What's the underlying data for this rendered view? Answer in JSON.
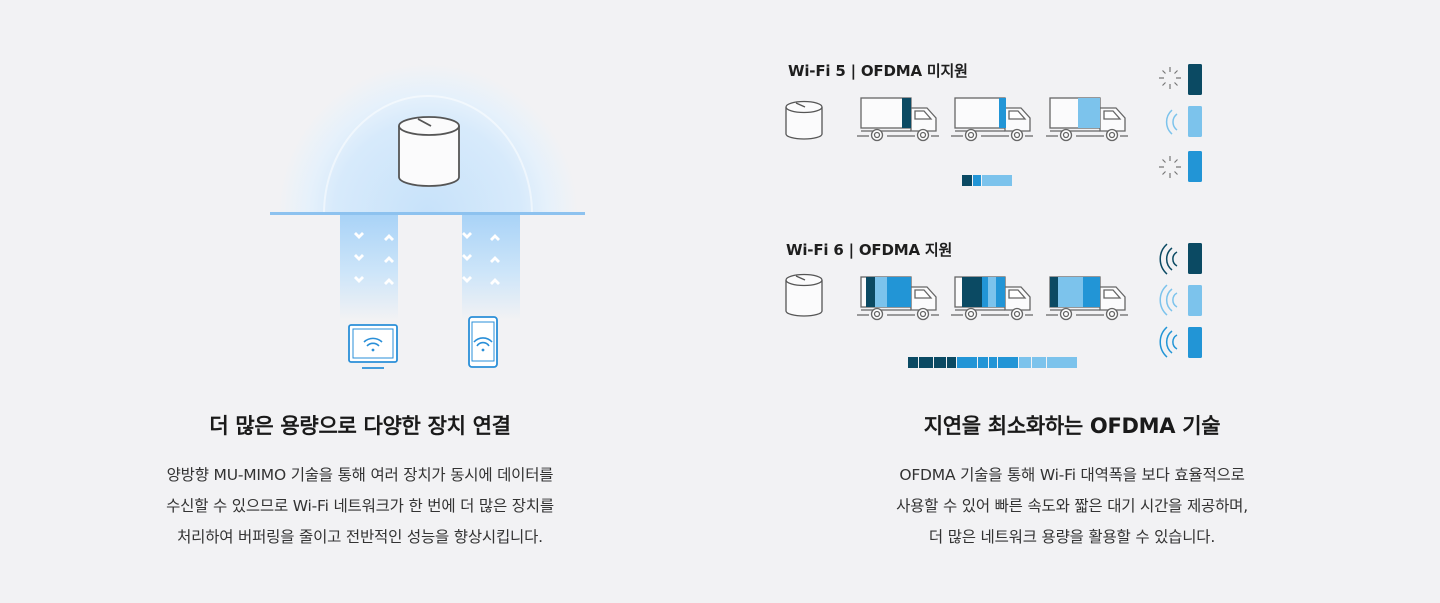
{
  "left": {
    "title": "더 많은 용량으로 다양한 장치 연결",
    "lines": [
      "양방향 MU-MIMO 기술을 통해 여러 장치가 동시에 데이터를",
      "수신할 수 있으므로 Wi-Fi 네트워크가 한 번에 더 많은 장치를",
      "처리하여 버퍼링을 줄이고 전반적인 성능을 향상시킵니다."
    ]
  },
  "right": {
    "wifi5_label": "Wi-Fi 5 | OFDMA 미지원",
    "wifi6_label": "Wi-Fi 6 | OFDMA 지원",
    "title": "지연을 최소화하는 OFDMA 기술",
    "lines": [
      "OFDMA 기술을 통해 Wi-Fi 대역폭을 보다 효율적으로",
      "사용할 수 있어 빠른 속도와 짧은 대기 시간을 제공하며,",
      "더 많은 네트워크 용량을 활용할 수 있습니다."
    ]
  },
  "colors": {
    "dark": "#0b4a63",
    "mid": "#2295d6",
    "light": "#7cc3ec",
    "outline": "#666666",
    "beam": "#b9dcf8"
  }
}
